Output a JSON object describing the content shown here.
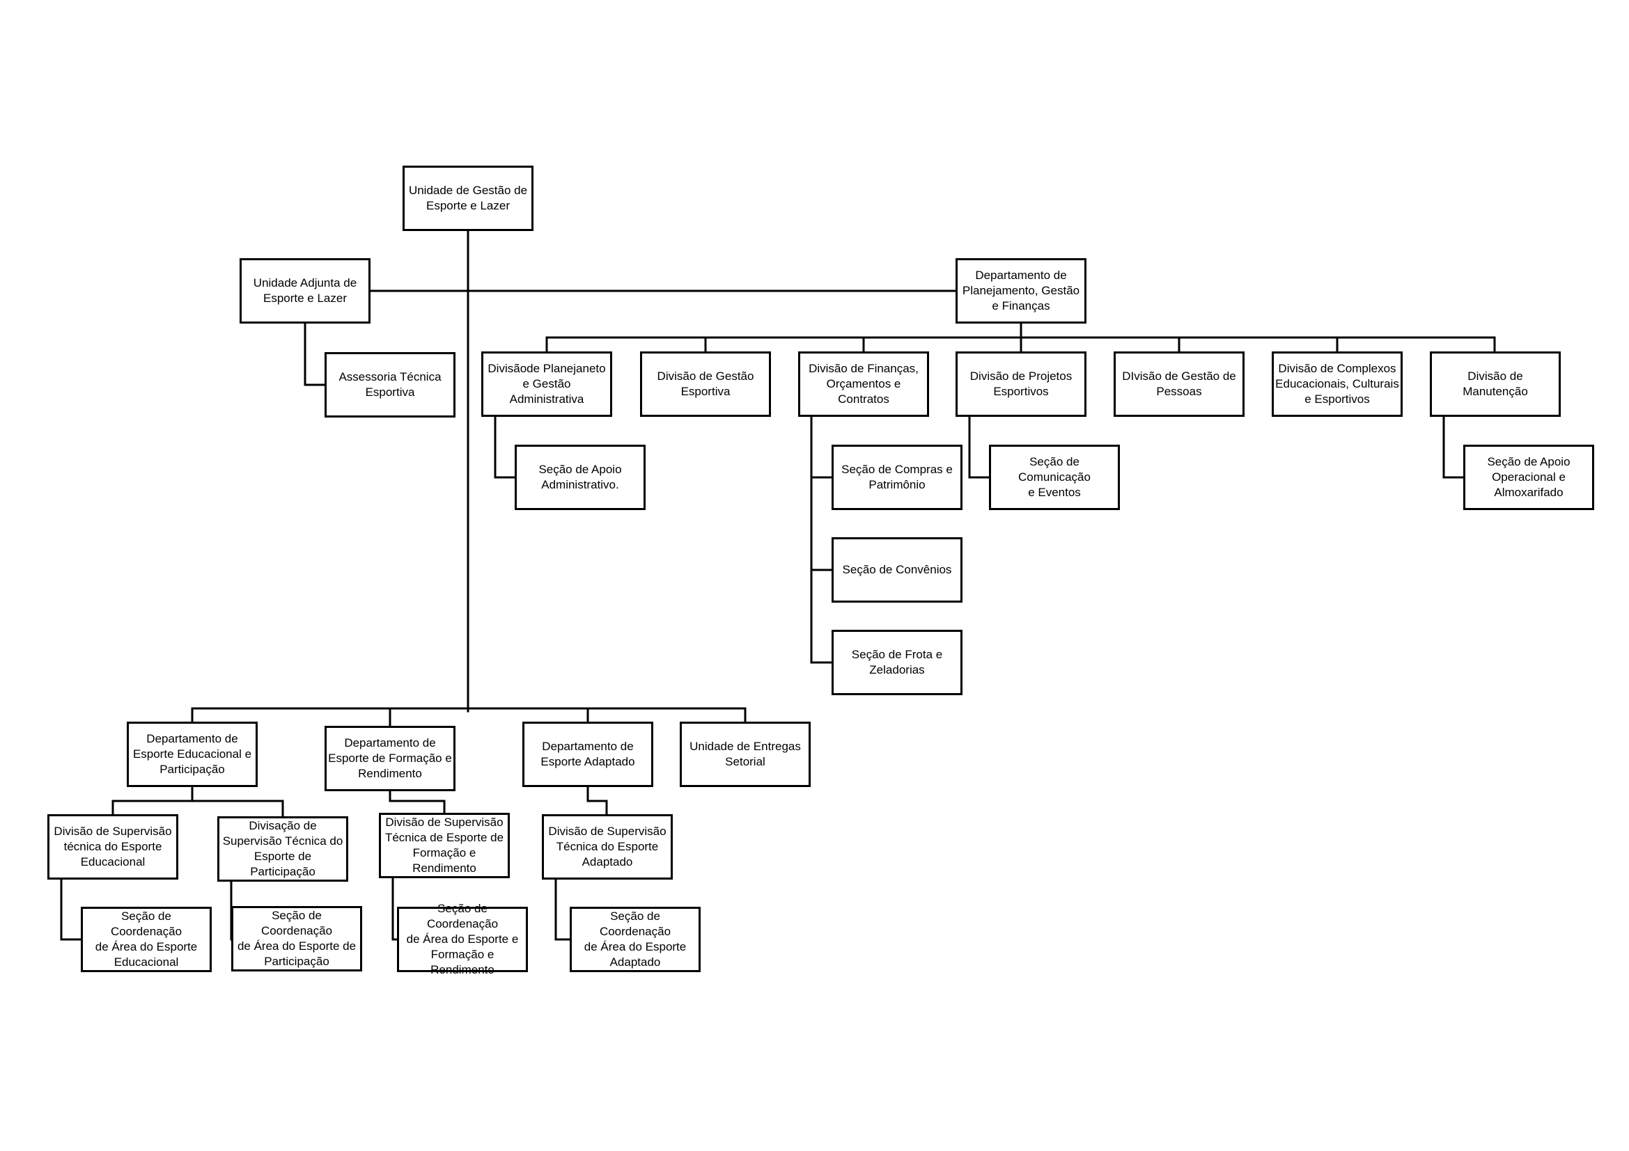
{
  "colors": {
    "line": "#000000",
    "box_border": "#000000",
    "background": "#ffffff"
  },
  "org": {
    "root": "Unidade de Gestão de\nEsporte e Lazer",
    "adjunta": "Unidade Adjunta de\nEsporte e Lazer",
    "assessoria": "Assessoria Técnica\nEsportiva",
    "dpgf": "Departamento de\nPlanejamento, Gestão\ne Finanças",
    "div_planejamento": "Divisãode Planejaneto\ne Gestão\nAdministrativa",
    "sec_apoio_adm": "Seção de Apoio\nAdministrativo.",
    "div_gestao_esportiva": "Divisão de Gestão\nEsportiva",
    "div_financas": "Divisão de Finanças,\nOrçamentos e\nContratos",
    "sec_compras": "Seção de Compras e\nPatrimônio",
    "sec_convenios": "Seção de Convênios",
    "sec_frota": "Seção de Frota e\nZeladorias",
    "div_projetos": "Divisão de Projetos\nEsportivos",
    "sec_comunicacao": "Seção de Comunicação\ne Eventos",
    "div_pessoas": "DIvisão de Gestão de\nPessoas",
    "div_complexos": "Divisão de Complexos\nEducacionais, Culturais\ne Esportivos",
    "div_manutencao": "Divisão de\nManutenção",
    "sec_apoio_operacional": "Seção de Apoio\nOperacional e\nAlmoxarifado",
    "dep_educacional": "Departamento de\nEsporte Educacional e\nParticipação",
    "div_sup_educacional": "Divisão de Supervisão\ntécnica do Esporte\nEducacional",
    "sec_coord_educacional": "Seção de Coordenação\nde Área do Esporte\nEducacional",
    "div_sup_participacao": "Divisação de\nSupervisão Técnica do\nEsporte de\nParticipação",
    "sec_coord_participacao": "Seção de Coordenação\nde Área do Esporte de\nParticipação",
    "dep_formacao": "Departamento de\nEsporte de Formação e\nRendimento",
    "div_sup_formacao": "Divisão de Supervisão\nTécnica de Esporte de\nFormação e\nRendimento",
    "sec_coord_formacao": "Seção de Coordenação\nde Área do Esporte e\nFormação e\nRendimento",
    "dep_adaptado": "Departamento de\nEsporte Adaptado",
    "div_sup_adaptado": "Divisão de Supervisão\nTécnica do Esporte\nAdaptado",
    "sec_coord_adaptado": "Seção de Coordenação\nde Área do Esporte\nAdaptado",
    "unidade_entregas": "Unidade de Entregas\nSetorial"
  }
}
